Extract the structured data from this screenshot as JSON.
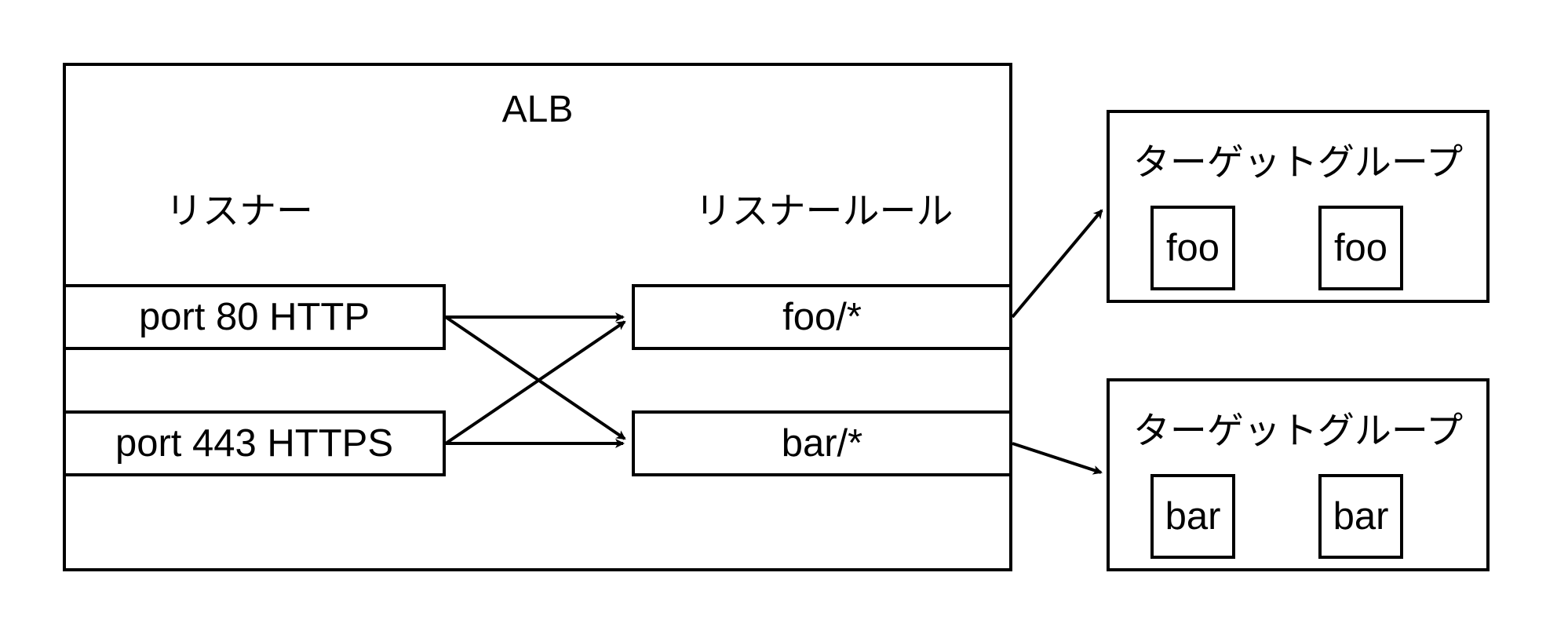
{
  "alb": {
    "title": "ALB"
  },
  "listeners": {
    "heading": "リスナー",
    "items": [
      {
        "label": "port 80 HTTP"
      },
      {
        "label": "port 443 HTTPS"
      }
    ]
  },
  "rules": {
    "heading": "リスナールール",
    "items": [
      {
        "label": "foo/*"
      },
      {
        "label": "bar/*"
      }
    ]
  },
  "target_groups": [
    {
      "title": "ターゲットグループ",
      "targets": [
        "foo",
        "foo"
      ]
    },
    {
      "title": "ターゲットグループ",
      "targets": [
        "bar",
        "bar"
      ]
    }
  ],
  "colors": {
    "stroke": "#000000",
    "background": "#ffffff"
  }
}
